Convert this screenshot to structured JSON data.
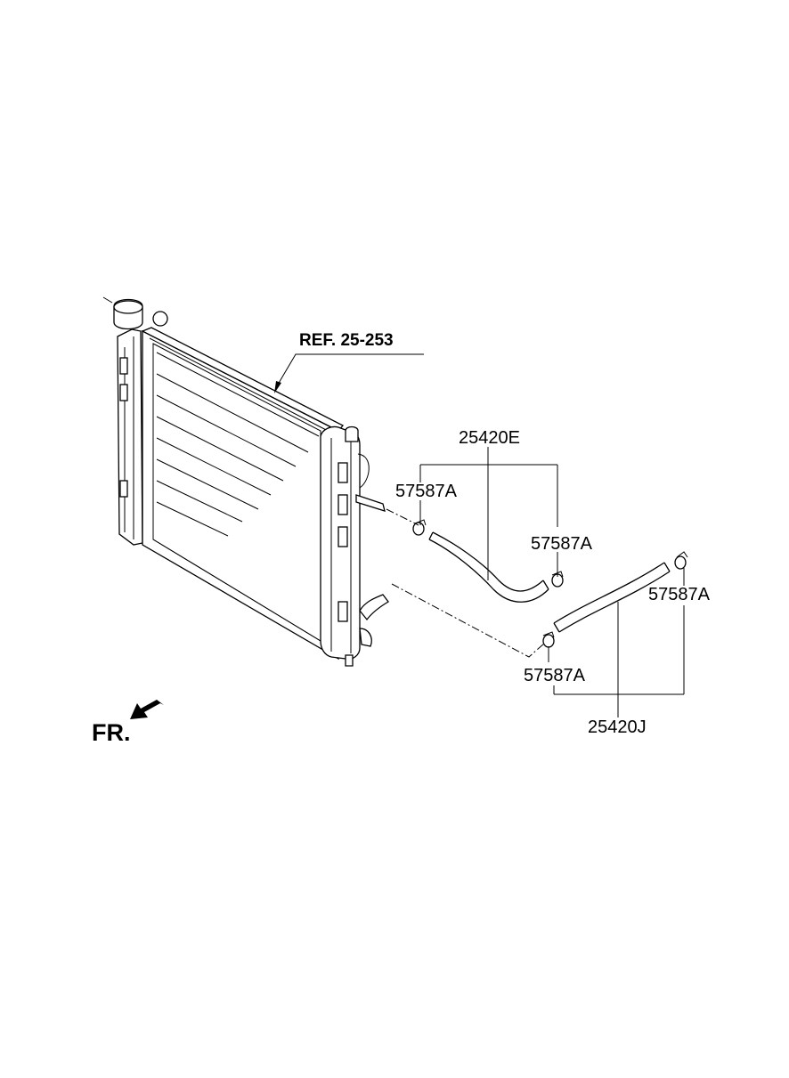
{
  "labels": {
    "ref": "REF. 25-253",
    "hose_upper": "25420E",
    "hose_lower": "25420J",
    "clamp_upper_left": "57587A",
    "clamp_upper_right": "57587A",
    "clamp_lower_right": "57587A",
    "clamp_lower_left": "57587A",
    "front": "FR."
  },
  "colors": {
    "ink": "#000000",
    "background": "#ffffff"
  }
}
